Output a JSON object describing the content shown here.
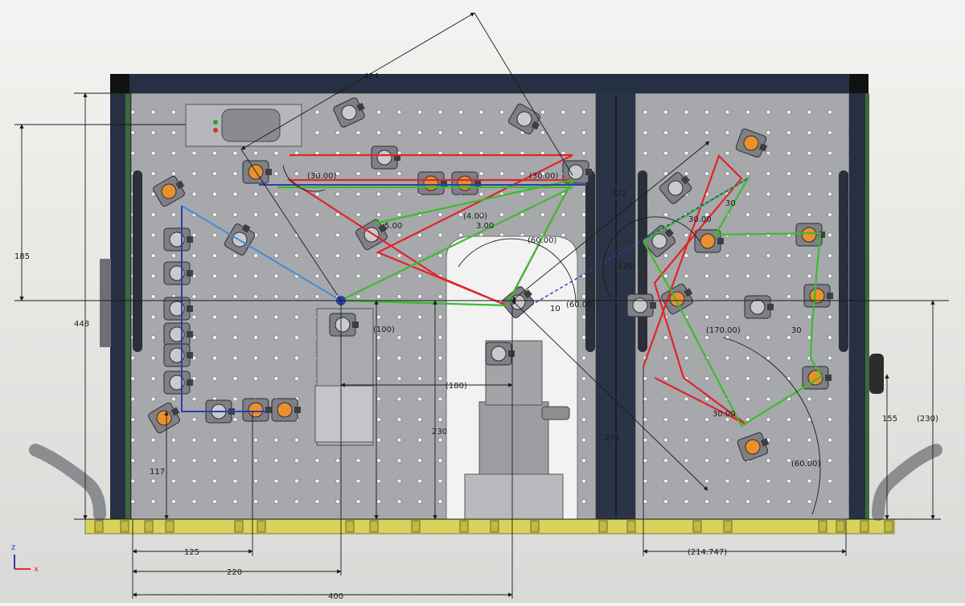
{
  "colors": {
    "beam_red": "#e0252a",
    "beam_green": "#3dbb2e",
    "beam_blue": "#2a3fb0",
    "beam_lightblue": "#3f8fd8",
    "frame": "#263043",
    "table": "#a8a9ac",
    "base": "#d8d35a",
    "dimension": "#1a1a1a",
    "mount_orange": "#e8912e"
  },
  "icons": {
    "axis_triad": "xyz-axis-icon"
  },
  "axis_triad": {
    "z": "z",
    "x": "x"
  },
  "dimensions": {
    "vertical_448": "448",
    "vertical_185": "185",
    "vertical_117": "117",
    "vertical_230": "230",
    "vertical_155": "155",
    "vertical_230p": "(230)",
    "vertical_100p": "(100)",
    "horizontal_125": "125",
    "horizontal_220": "220",
    "horizontal_400": "400",
    "horizontal_180p": "(180)",
    "horizontal_214747p": "(214.747)",
    "diag_424": "424",
    "diag_272_top": "272",
    "diag_272_bottom": "272",
    "angle_30_top": "(30.00)",
    "angle_30_top_right": "(30.00)",
    "angle_60_center": "(60.00)",
    "angle_60_right": "(60.00)",
    "angle_60_bottom_right": "(60.00)",
    "angle_170": "(170.00)",
    "angle_30_right": "30.00",
    "angle_30_bottom": "30.00",
    "angle_5": "5.00",
    "angle_4": "(4.00)",
    "angle_3": "3.00",
    "small_10": "10",
    "small_30": "30",
    "small_30b": "30",
    "angle_120": "(120)"
  }
}
